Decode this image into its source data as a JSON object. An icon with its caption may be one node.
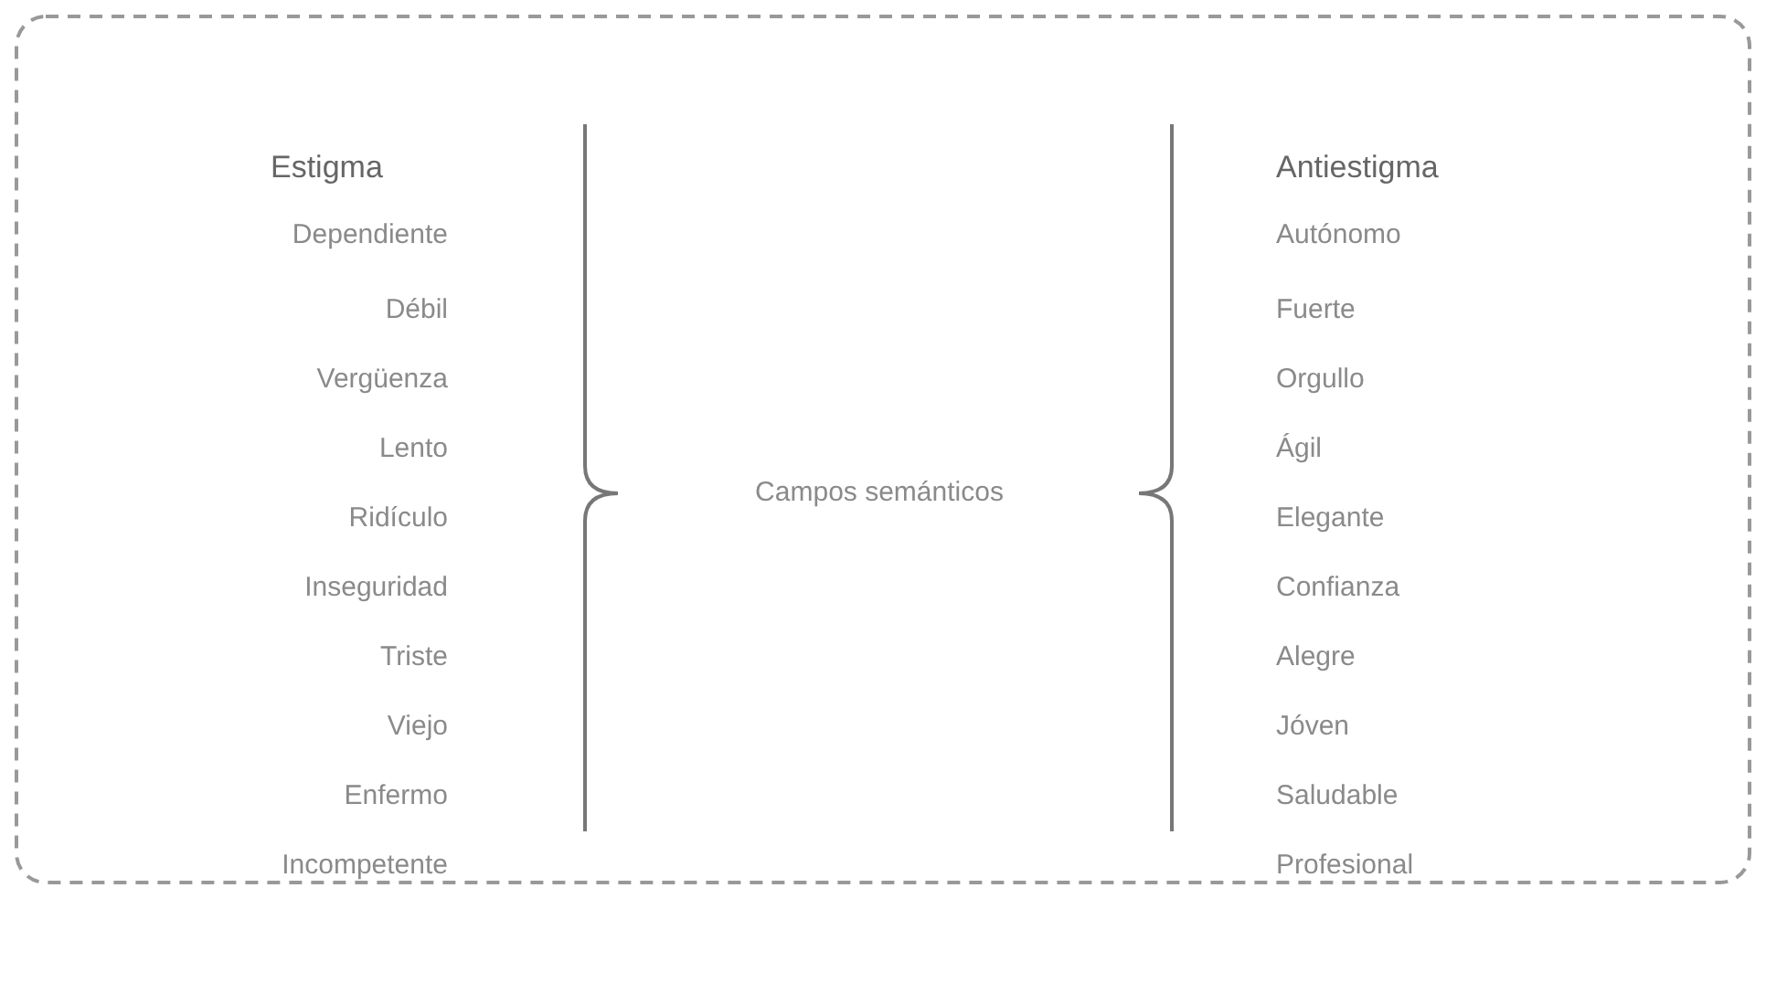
{
  "diagram": {
    "labels": [
      "Estigma",
      "Dependiente",
      "Débil",
      "Vergüenza",
      "Lento",
      "Ridículo",
      "Inseguridad",
      "Triste",
      "Viejo",
      "Enfermo",
      "Incompetente",
      "Campos semánticos",
      "Antiestigma",
      "Autónomo",
      "Fuerte",
      "Orgullo",
      "Ágil",
      "Elegante",
      "Confianza",
      "Alegre",
      "Jóven",
      "Saludable",
      "Profesional"
    ]
  }
}
